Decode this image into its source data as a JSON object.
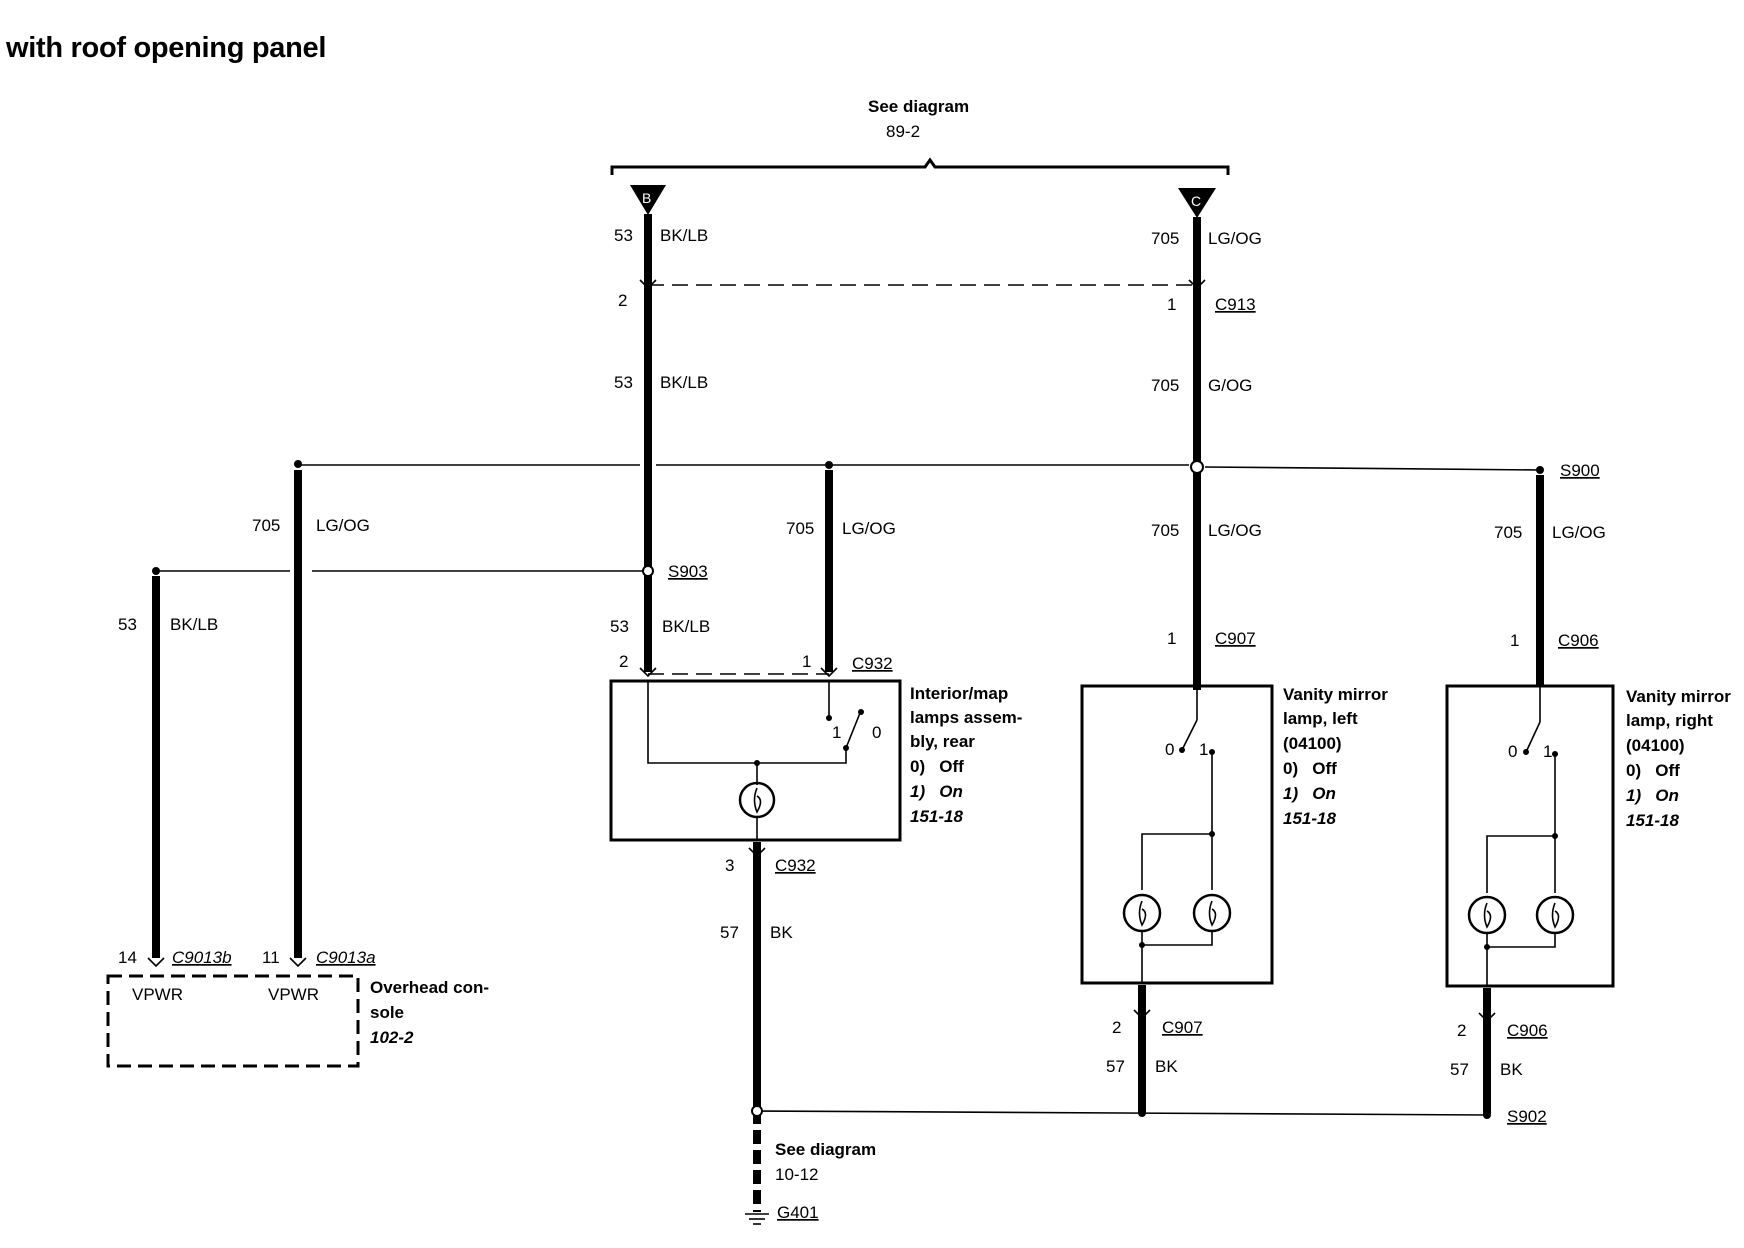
{
  "title": "with roof opening panel",
  "see_top": {
    "line1": "See diagram",
    "line2": "89-2"
  },
  "connector_refs": {
    "b": "B",
    "c": "C"
  },
  "wires": {
    "w53_top_num": "53",
    "w53_top_color": "BK/LB",
    "w705_top_num": "705",
    "w705_top_color": "LG/OG",
    "w53_mid_num": "53",
    "w53_mid_color": "BK/LB",
    "w705_mid_num": "705",
    "w705_mid_color": "G/OG",
    "w705_left_num": "705",
    "w705_left_color": "LG/OG",
    "w53_left_num": "53",
    "w53_left_color": "BK/LB",
    "w53_s903_num": "53",
    "w53_s903_color": "BK/LB",
    "w705_c932_num": "705",
    "w705_c932_color": "LG/OG",
    "w705_c907_num": "705",
    "w705_c907_color": "LG/OG",
    "w705_c906_num": "705",
    "w705_c906_color": "LG/OG",
    "w57_main_num": "57",
    "w57_main_color": "BK",
    "w57_c907_num": "57",
    "w57_c907_color": "BK",
    "w57_c906_num": "57",
    "w57_c906_color": "BK"
  },
  "connectors": {
    "c913": "C913",
    "c913_pin_left": "2",
    "c913_pin_right": "1",
    "c932_top": "C932",
    "c932_pin2": "2",
    "c932_pin1": "1",
    "c932_bottom": "C932",
    "c932_pin3": "3",
    "c907_top": "C907",
    "c907_pin1": "1",
    "c906_top": "C906",
    "c906_pin1": "1",
    "c907_bottom": "C907",
    "c907_pin2": "2",
    "c906_bottom": "C906",
    "c906_pin2": "2",
    "c9013b": "C9013b",
    "c9013b_pin": "14",
    "c9013a": "C9013a",
    "c9013a_pin": "11"
  },
  "splices": {
    "s900": "S900",
    "s903": "S903",
    "s902": "S902"
  },
  "ground": {
    "see1": "See diagram",
    "see2": "10-12",
    "id": "G401"
  },
  "interior_lamp": {
    "l1": "Interior/map",
    "l2": "lamps assem-",
    "l3": "bly, rear",
    "off": "0)   Off",
    "on": "1)   On",
    "ref": "151-18",
    "sw1": "1",
    "sw0": "0"
  },
  "vanity_left": {
    "l1": "Vanity mirror",
    "l2": "lamp, left",
    "l3": "(04100)",
    "off": "0)   Off",
    "on": "1)   On",
    "ref": "151-18",
    "sw0": "0",
    "sw1": "1"
  },
  "vanity_right": {
    "l1": "Vanity mirror",
    "l2": "lamp, right",
    "l3": "(04100)",
    "off": "0)   Off",
    "on": "1)   On",
    "ref": "151-18",
    "sw0": "0",
    "sw1": "1"
  },
  "overhead_console": {
    "vpwr1": "VPWR",
    "vpwr2": "VPWR",
    "l1": "Overhead con-",
    "l2": "sole",
    "ref": "102-2"
  }
}
